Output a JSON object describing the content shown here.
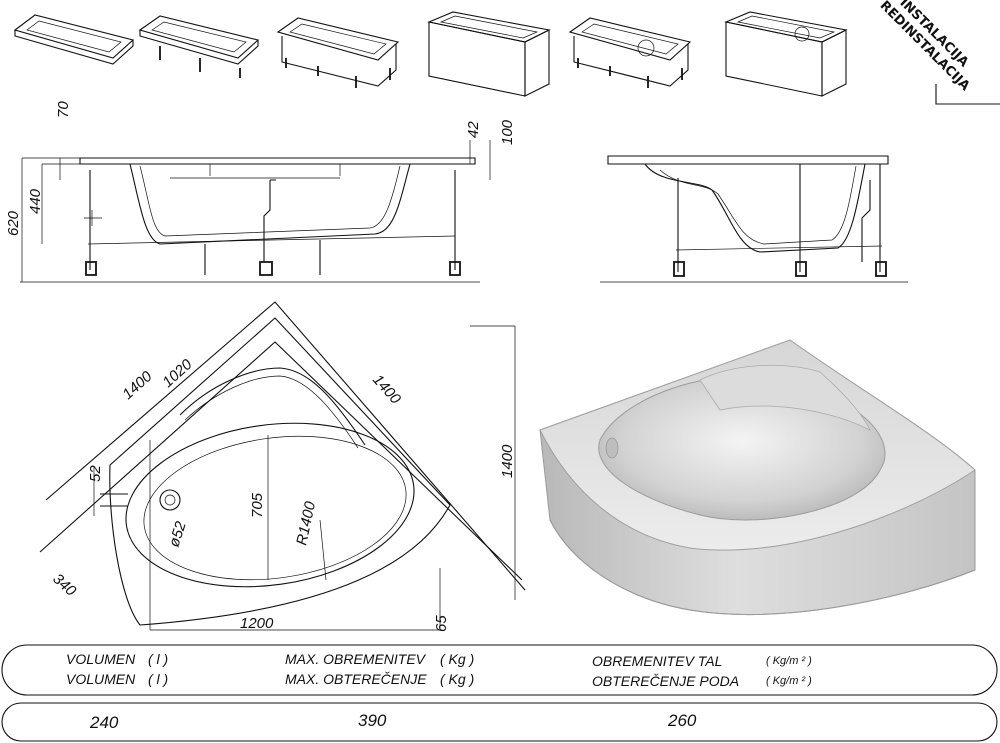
{
  "corner_labels": {
    "line1": "INSTALACIJA",
    "line2": "REDINSTALACIJA"
  },
  "dims_side": {
    "d70": "70",
    "d440": "440",
    "d620": "620",
    "d42": "42",
    "d100": "100"
  },
  "dims_plan": {
    "d1400_left": "1400",
    "d1020": "1020",
    "d1400_right": "1400",
    "d1400_vert": "1400",
    "d52": "52",
    "d705": "705",
    "r1400": "R1400",
    "phi52": "ø52",
    "d340": "340",
    "d1200": "1200",
    "d65": "65"
  },
  "table": {
    "labels_sl": [
      "VOLUMEN",
      "MAX. OBREMENITEV",
      "OBREMENITEV TAL"
    ],
    "labels_hr": [
      "VOLUMEN",
      "MAX. OBTEREČENJE",
      "OBTEREČENJE PODA"
    ],
    "units": [
      "( l )",
      "( Kg )",
      "( Kg/m ² )"
    ],
    "values": [
      "240",
      "390",
      "260"
    ]
  },
  "colors": {
    "line": "#111111",
    "tub_light": "#eaeaea",
    "tub_mid": "#cfcfcf",
    "tub_dark": "#a8a8a8"
  }
}
